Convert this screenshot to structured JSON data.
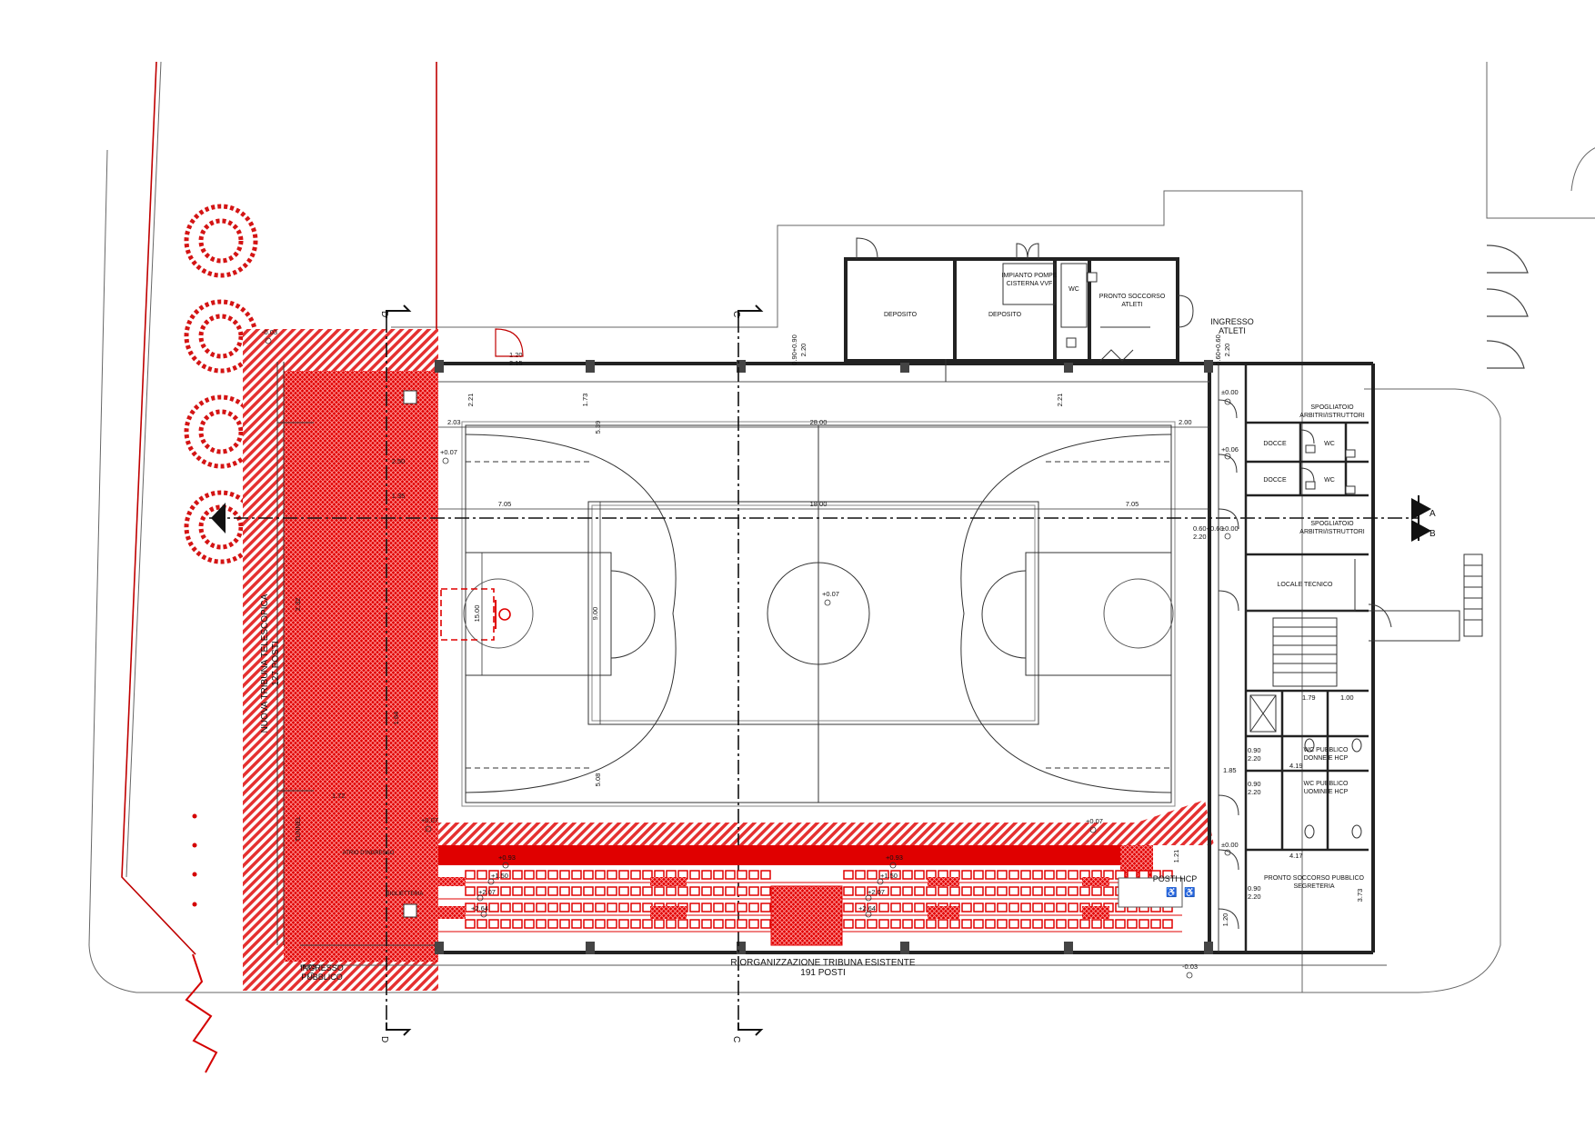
{
  "colors": {
    "line": "#222222",
    "light_line": "#777777",
    "accent_red": "#e00000",
    "hatch_red": "#e53030",
    "tree_red": "#d41414",
    "background": "#ffffff"
  },
  "rooms": {
    "deposito_1": "DEPOSITO",
    "deposito_2": "DEPOSITO",
    "impianto_line1": "IMPIANTO POMPE",
    "impianto_line2": "CISTERNA VVF",
    "wc_top": "WC",
    "pronto_atleti_line1": "PRONTO SOCCORSO",
    "pronto_atleti_line2": "ATLETI",
    "ingresso_atleti_line1": "INGRESSO",
    "ingresso_atleti_line2": "ATLETI",
    "spogliatoio_1_line1": "SPOGLIATOIO",
    "spogliatoio_1_line2": "ARBITRI/ISTRUTTORI",
    "docce_1": "DOCCE",
    "wc_1": "WC",
    "docce_2": "DOCCE",
    "wc_2": "WC",
    "spogliatoio_2_line1": "SPOGLIATOIO",
    "spogliatoio_2_line2": "ARBITRI/ISTRUTTORI",
    "locale_tecnico": "LOCALE TECNICO",
    "wc_donne_line1": "WC PUBBLICO",
    "wc_donne_line2": "DONNE E HCP",
    "wc_uomini_line1": "WC PUBBLICO",
    "wc_uomini_line2": "UOMINI E HCP",
    "pronto_pubblico_line1": "PRONTO SOCCORSO PUBBLICO",
    "pronto_pubblico_line2": "SEGRETERIA",
    "posti_hcp": "POSTI HCP",
    "ingresso_pubblico_line1": "INGRESSO",
    "ingresso_pubblico_line2": "PUBBLICO",
    "tribuna_esistente_line1": "RIORGANIZZAZIONE TRIBUNA ESISTENTE",
    "tribuna_esistente_line2": "191 POSTI",
    "tribuna_nuova_line1": "NUOVA TRIBUNA TELESCOPICA",
    "tribuna_nuova_line2": "127 POSTI",
    "tunnel_label": "TUNNEL",
    "atrio_label": "ATRIO D'INGRESSO",
    "biglietteria_label": "BIGLIETTERIA"
  },
  "section_marks": {
    "a": "A",
    "b": "B",
    "c": "C",
    "d": "D"
  },
  "dimensions": {
    "court_length": "28.00",
    "inner_length": "18.00",
    "left_offset": "7.05",
    "right_offset": "7.05",
    "court_width": "15.00",
    "inner_width": "9.00",
    "left_margin": "2.03",
    "right_margin": "2.00",
    "top_margin_left": "2.21",
    "top_margin_right": "2.21",
    "top_dim_1": "1.73",
    "top_dim_2": "5.39",
    "bottom_dim_1": "5.08",
    "door_1": "1.20",
    "door_1b": "2.15",
    "door_2": "0.90+0.90",
    "door_2b": "2.20",
    "door_3": "0.60+0.60",
    "door_3b": "2.20",
    "door_4": "0.60+0.60",
    "door_4b": "2.20",
    "door_5": "0.90",
    "door_5b": "2.20",
    "door_6": "0.90",
    "door_6b": "2.20",
    "door_7": "0.90",
    "door_7b": "2.20",
    "dim_179": "1.79",
    "dim_100": "1.00",
    "dim_419": "4.19",
    "dim_185": "1.85",
    "dim_417": "4.17",
    "dim_373": "3.73",
    "dim_121": "1.21",
    "dim_120": "1.20",
    "dim_250": "2.50",
    "dim_172": "1.72",
    "dim_135": "1.35",
    "dim_164": "1.64",
    "dim_232": "2.32"
  },
  "levels": {
    "court": "+0.07",
    "court_left": "+0.07",
    "lower_left": "+0.07",
    "lower_right": "+0.07",
    "step_1": "+0.93",
    "step_1b": "+0.93",
    "step_2": "+1.50",
    "step_2b": "+1.50",
    "step_3": "+2.07",
    "step_3b": "+2.07",
    "step_4": "+2.64",
    "step_4b": "+2.64",
    "entry": "±0.00",
    "entry_2": "±0.00",
    "entry_3": "±0.00",
    "corridor": "+0.06",
    "outside_1": "-0.03",
    "outside_2": "-0.03",
    "outside_3": "-0.03"
  }
}
